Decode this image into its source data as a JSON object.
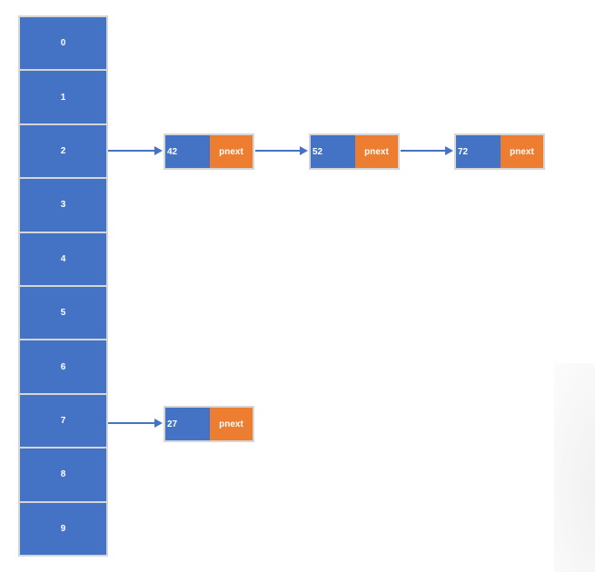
{
  "table": {
    "cells": [
      "0",
      "1",
      "2",
      "3",
      "4",
      "5",
      "6",
      "7",
      "8",
      "9"
    ]
  },
  "chains": [
    {
      "bucket": "2",
      "nodes": [
        {
          "value": "42",
          "pointer": "pnext"
        },
        {
          "value": "52",
          "pointer": "pnext"
        },
        {
          "value": "72",
          "pointer": "pnext"
        }
      ]
    },
    {
      "bucket": "7",
      "nodes": [
        {
          "value": "27",
          "pointer": "pnext"
        }
      ]
    }
  ],
  "colors": {
    "cell_blue": "#4472C4",
    "pointer_orange": "#ED7D31",
    "arrow_blue": "#4472C4",
    "border_gray": "#D6D6D6",
    "text_white": "#FFFFFF"
  }
}
